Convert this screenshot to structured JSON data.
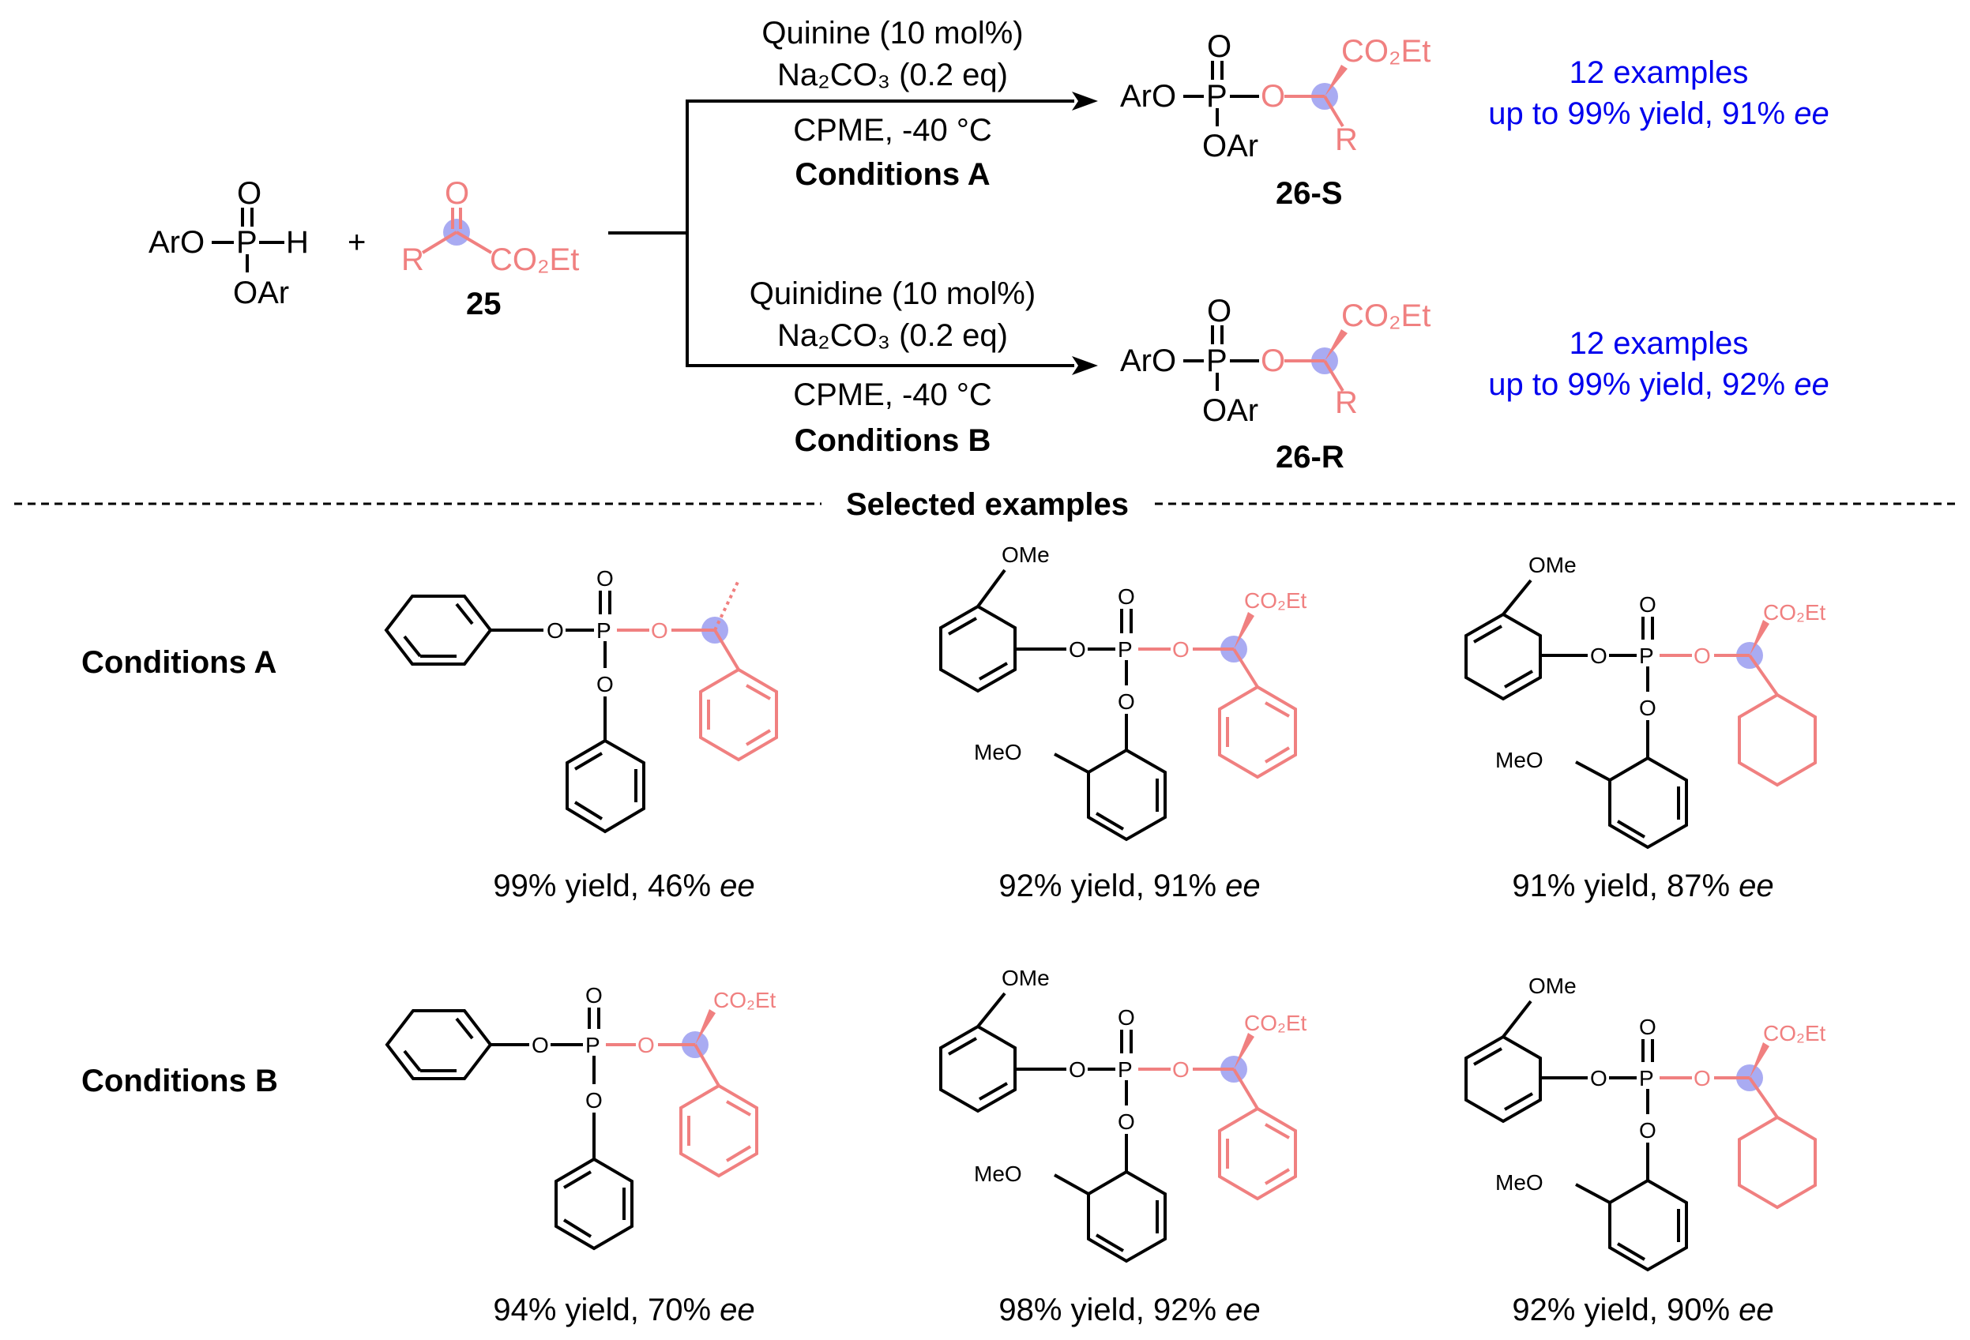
{
  "scheme": {
    "reactant_p": {
      "aro": "ArO",
      "p": "P",
      "h": "H",
      "o": "O",
      "oar": "OAr"
    },
    "reactant_k": {
      "o": "O",
      "r": "R",
      "co2et": "CO₂Et",
      "label": "25"
    },
    "plus": "+",
    "conditions_a": {
      "line1": "Quinine (10 mol%)",
      "line2": "Na₂CO₃ (0.2 eq)",
      "line3": "CPME, -40 °C",
      "title": "Conditions A"
    },
    "conditions_b": {
      "line1": "Quinidine (10 mol%)",
      "line2": "Na₂CO₃ (0.2 eq)",
      "line3": "CPME, -40 °C",
      "title": "Conditions B"
    },
    "product_s": {
      "aro": "ArO",
      "p": "P",
      "o": "O",
      "link_o": "O",
      "oar": "OAr",
      "co2et": "CO₂Et",
      "r": "R",
      "label": "26-S",
      "summary1": "12 examples",
      "summary2_prefix": "up to 99% yield, 91% ",
      "summary2_ee": "ee"
    },
    "product_r": {
      "aro": "ArO",
      "p": "P",
      "o": "O",
      "link_o": "O",
      "oar": "OAr",
      "co2et": "CO₂Et",
      "r": "R",
      "label": "26-R",
      "summary1": "12 examples",
      "summary2_prefix": "up to 99% yield, 92% ",
      "summary2_ee": "ee"
    }
  },
  "divider_title": "Selected examples",
  "examples": {
    "row_a_label": "Conditions A",
    "row_b_label": "Conditions B",
    "atoms": {
      "o": "O",
      "p": "P",
      "ome": "OMe",
      "meo": "MeO",
      "co2et": "CO₂Et"
    },
    "a1": {
      "yield": "99% yield, 46% ",
      "ee": "ee"
    },
    "a2": {
      "yield": "92% yield, 91% ",
      "ee": "ee"
    },
    "a3": {
      "yield": "91% yield, 87% ",
      "ee": "ee"
    },
    "b1": {
      "yield": "94% yield, 70% ",
      "ee": "ee"
    },
    "b2": {
      "yield": "98% yield, 92% ",
      "ee": "ee"
    },
    "b3": {
      "yield": "92% yield, 90% ",
      "ee": "ee"
    }
  },
  "colors": {
    "highlight": "#f08080",
    "accent": "#0000ee",
    "stereocenter": "#9a9cf0"
  }
}
